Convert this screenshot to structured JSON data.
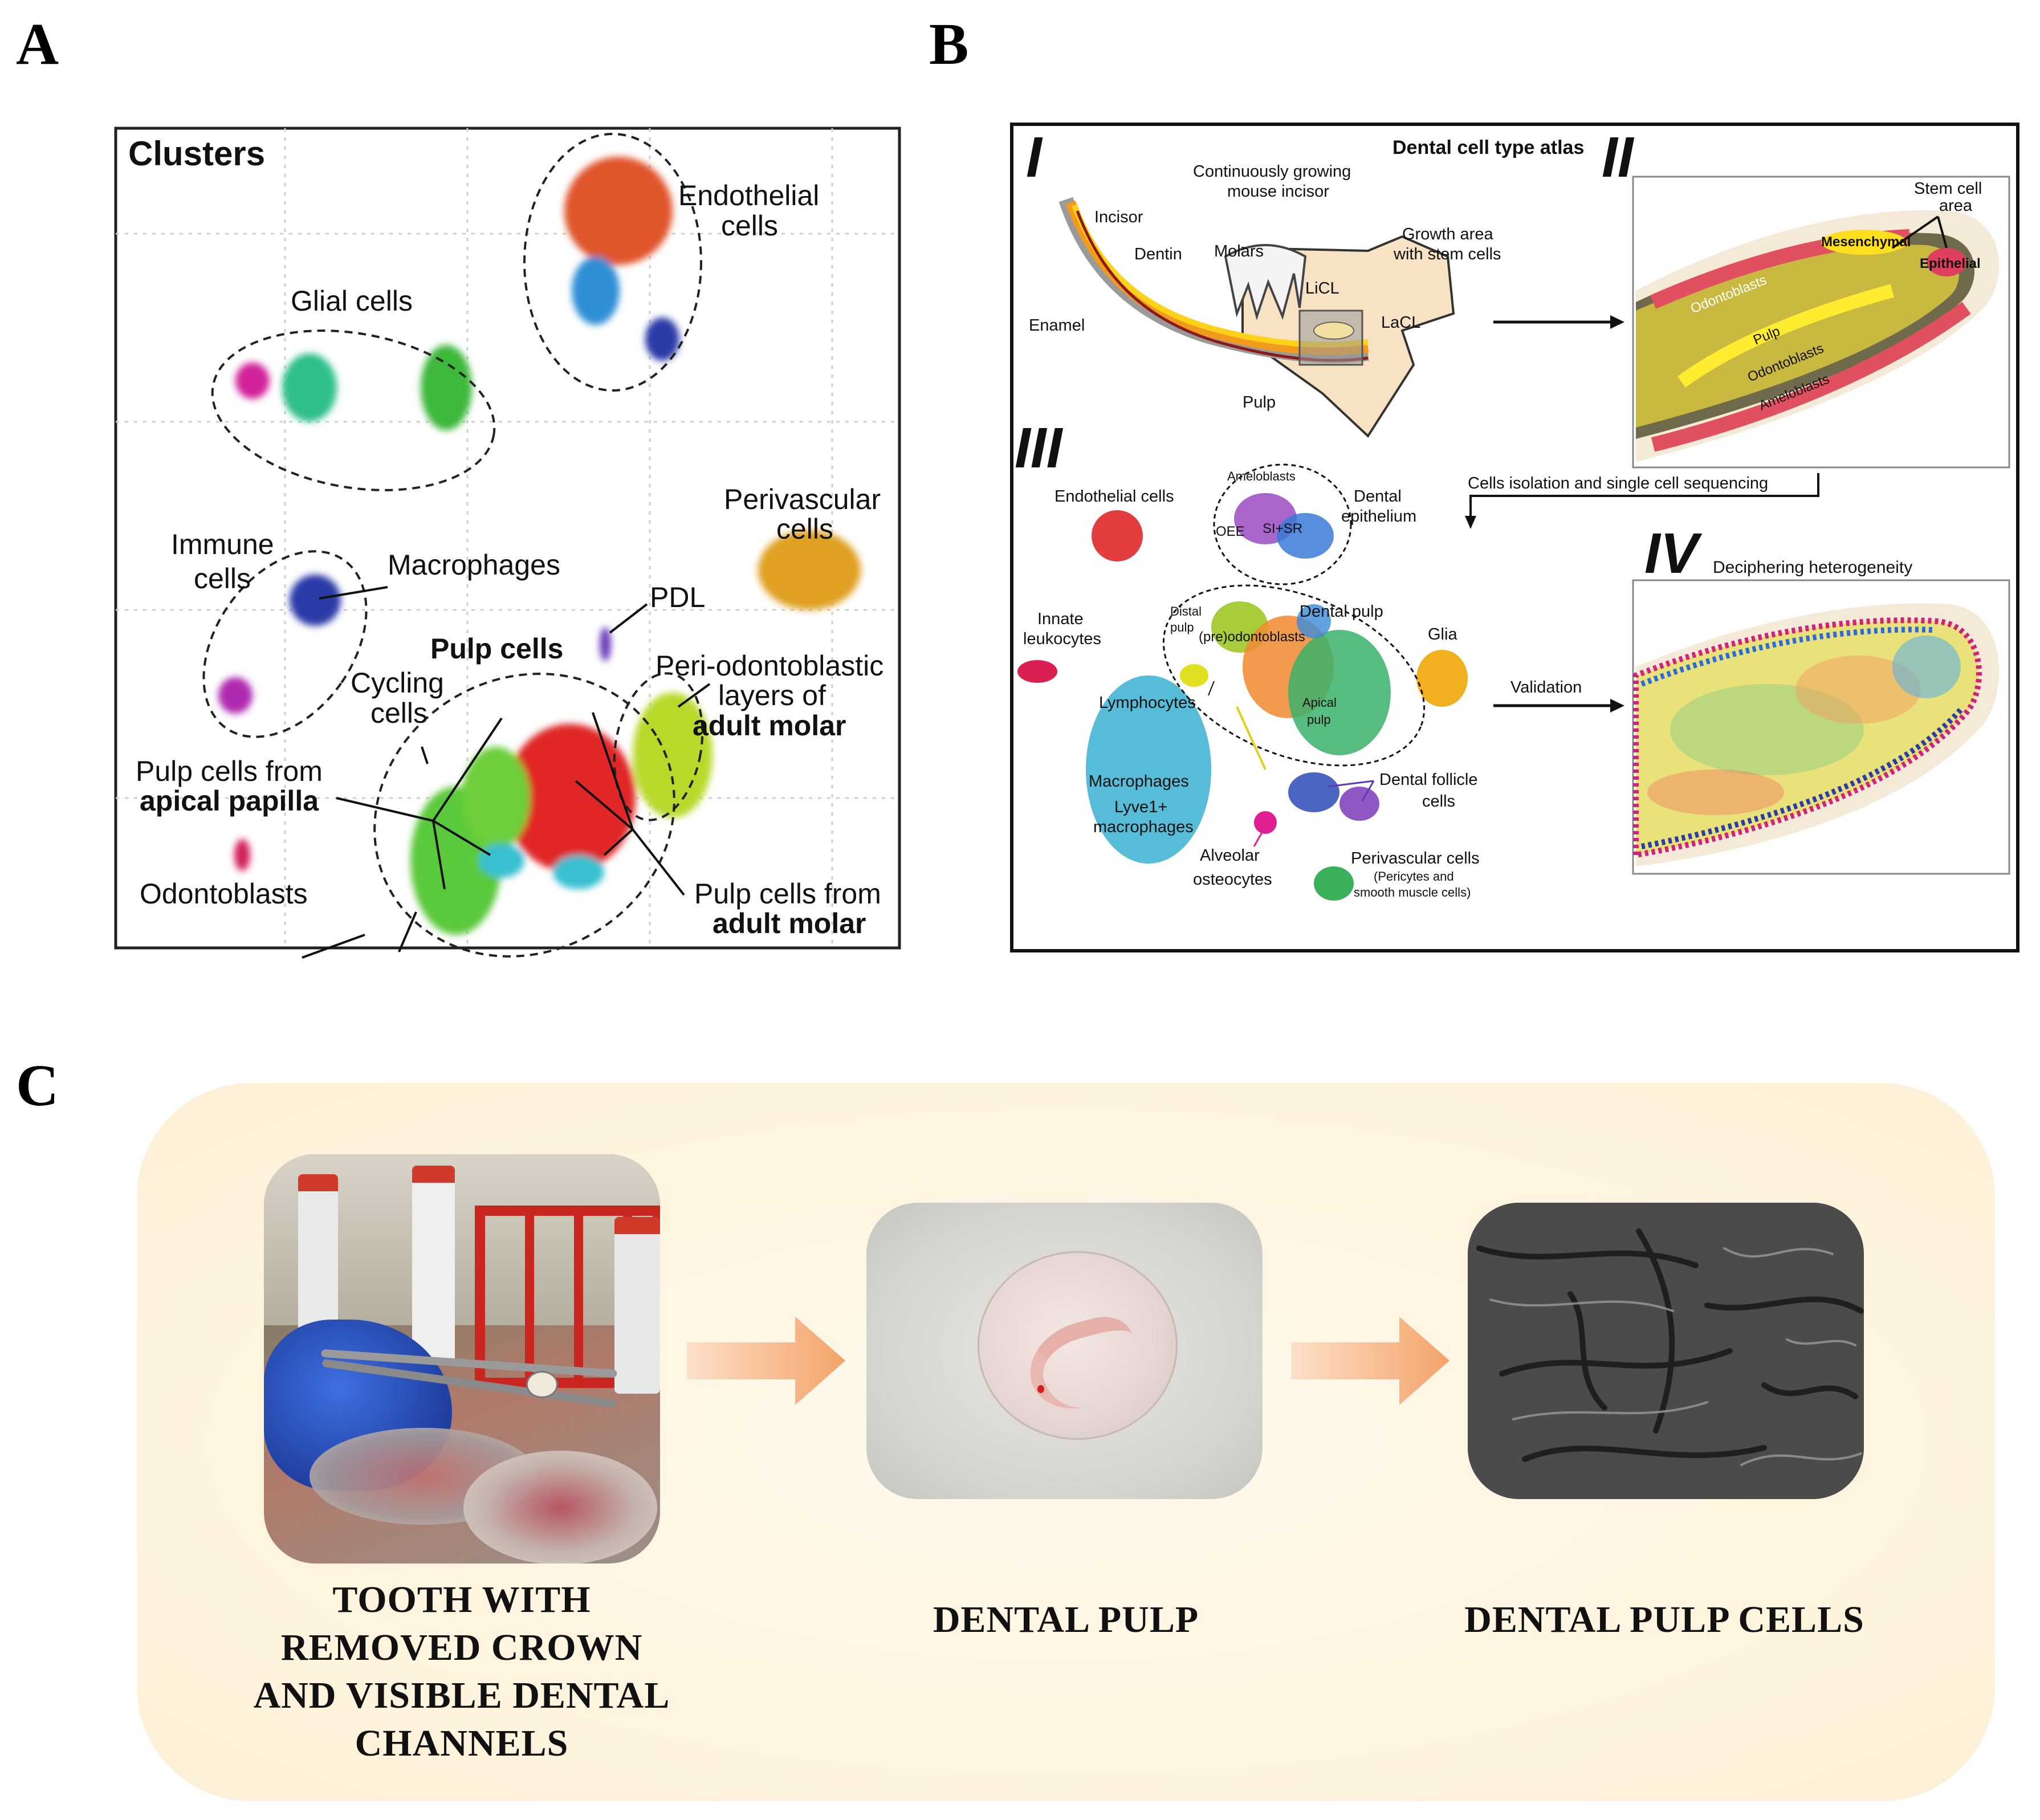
{
  "panels": {
    "a_label": "A",
    "b_label": "B",
    "c_label": "C"
  },
  "panelA": {
    "title": "Clusters",
    "labels": {
      "endothelial": [
        "Endothelial",
        "cells"
      ],
      "glial": "Glial cells",
      "perivascular": [
        "Perivascular",
        "cells"
      ],
      "immune": [
        "Immune",
        "cells"
      ],
      "macrophages": "Macrophages",
      "pdl": "PDL",
      "pulp_cells": "Pulp cells",
      "peri_odontoblastic": [
        "Peri-odontoblastic",
        "layers of",
        "adult molar"
      ],
      "cycling": [
        "Cycling",
        "cells"
      ],
      "apical": [
        "Pulp cells from",
        "apical papilla"
      ],
      "odontoblasts": "Odontoblasts",
      "adult_molar": [
        "Pulp cells from",
        "adult molar"
      ]
    }
  },
  "panelB": {
    "title": "Dental cell type atlas",
    "roman": [
      "I",
      "II",
      "III",
      "IV"
    ],
    "part1": {
      "subtitle": [
        "Continuously growing",
        "mouse incisor"
      ],
      "incisor": "Incisor",
      "dentin": "Dentin",
      "molars": "Molars",
      "growth": [
        "Growth area",
        "with stem cells"
      ],
      "licl": "LiCL",
      "lacl": "LaCL",
      "enamel": "Enamel",
      "pulp": "Pulp"
    },
    "part2": {
      "stem": [
        "Stem cell",
        "area"
      ],
      "mesenchymal": "Mesenchymal",
      "epithelial": "Epithelial",
      "odontoblasts_top": "Odontoblasts",
      "pulp": "Pulp",
      "odontoblasts_bottom": "Odontoblasts",
      "ameloblasts": "Ameloblasts"
    },
    "part3": {
      "sequencing": "Cells isolation and single cell sequencing",
      "endothelial": "Endothelial cells",
      "ameloblasts": "Ameloblasts",
      "dental_epithelium": [
        "Dental",
        "epithelium"
      ],
      "oee": "OEE",
      "si_sr": "SI+SR",
      "innate": [
        "Innate",
        "leukocytes"
      ],
      "distal": [
        "Distal",
        "pulp"
      ],
      "dental_pulp": "Dental pulp",
      "preodontoblasts": "(pre)odontoblasts",
      "glia": "Glia",
      "lymphocytes": "Lymphocytes",
      "apical": [
        "Apical",
        "pulp"
      ],
      "validation": "Validation",
      "macrophages": "Macrophages",
      "lyve1": [
        "Lyve1+",
        "macrophages"
      ],
      "follicle": [
        "Dental follicle",
        "cells"
      ],
      "alveolar": [
        "Alveolar",
        "osteocytes"
      ],
      "perivascular": "Perivascular cells",
      "pericytes": [
        "(Pericytes and",
        "smooth muscle cells)"
      ]
    },
    "part4": {
      "title": "Deciphering heterogeneity"
    }
  },
  "panelC": {
    "captions": {
      "tooth": [
        "TOOTH WITH",
        "REMOVED CROWN",
        "AND VISIBLE DENTAL",
        "CHANNELS"
      ],
      "pulp": "DENTAL PULP",
      "cells": "DENTAL PULP CELLS"
    }
  },
  "colors": {
    "endothelial": "#e0552a",
    "glial_magenta": "#d1209a",
    "glial_teal": "#2fbf8a",
    "glial_green": "#3cb83a",
    "perivascular": "#e0a020",
    "immune_blue": "#2b3ba8",
    "immune_purple": "#b02cb0",
    "pulp_green": "#62c93a",
    "pulp_red": "#e02525",
    "pulp_lime": "#b8d92a",
    "pulp_cyan": "#38c0d0",
    "arrow_orange": "#f4a36a"
  }
}
